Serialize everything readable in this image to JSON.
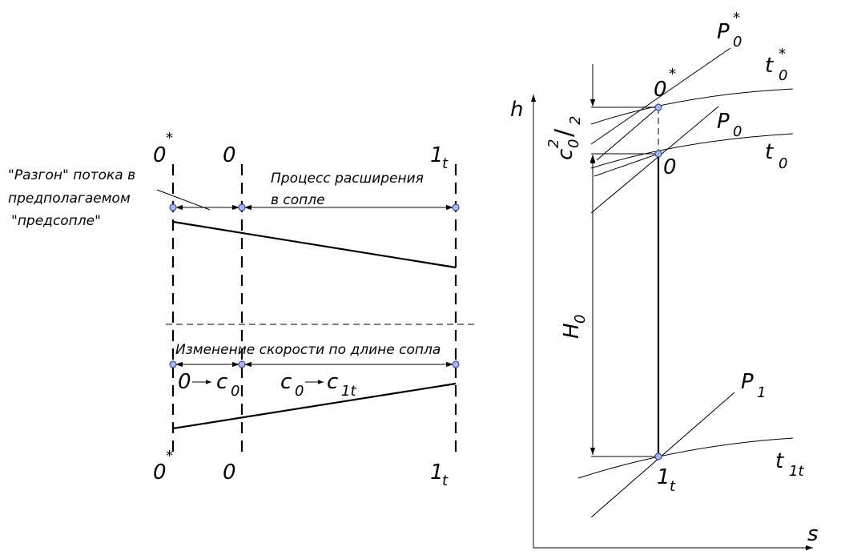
{
  "left": {
    "top_labels": {
      "s_star": "0",
      "s_star_sup": "*",
      "s0": "0",
      "s1t": "1",
      "s1t_sub": "t"
    },
    "bottom_labels": {
      "s_star": "0",
      "s_star_sup": "*",
      "s0": "0",
      "s1t": "1",
      "s1t_sub": "t"
    },
    "note_pre": [
      "\"Разгон\" потока в",
      "предполагаемом",
      "\"предсопле\""
    ],
    "note_process": [
      "Процесс расширения",
      "в сопле"
    ],
    "note_velocity": "Изменение скорости по длине сопла",
    "vel_a": {
      "from": "0",
      "to": "c",
      "to_sub": "0"
    },
    "vel_b": {
      "from": "c",
      "from_sub": "0",
      "to": "c",
      "to_sub": "1t"
    }
  },
  "right": {
    "axis_h": "h",
    "axis_s": "s",
    "p0_star": {
      "base": "P",
      "sub": "0",
      "sup": "*"
    },
    "t0_star": {
      "base": "t",
      "sub": "0",
      "sup": "*"
    },
    "p0": {
      "base": "P",
      "sub": "0"
    },
    "t0": {
      "base": "t",
      "sub": "0"
    },
    "p1": {
      "base": "P",
      "sub": "1"
    },
    "t1t": {
      "base": "t",
      "sub": "1t"
    },
    "pt_0star": {
      "base": "0",
      "sup": "*"
    },
    "pt_0": "0",
    "pt_1t": {
      "base": "1",
      "sub": "t"
    },
    "ke": {
      "c": "c",
      "sup": "2",
      "sub": "0",
      "slash": "/",
      "den": "2"
    },
    "h0": {
      "base": "H",
      "sub": "0"
    }
  }
}
